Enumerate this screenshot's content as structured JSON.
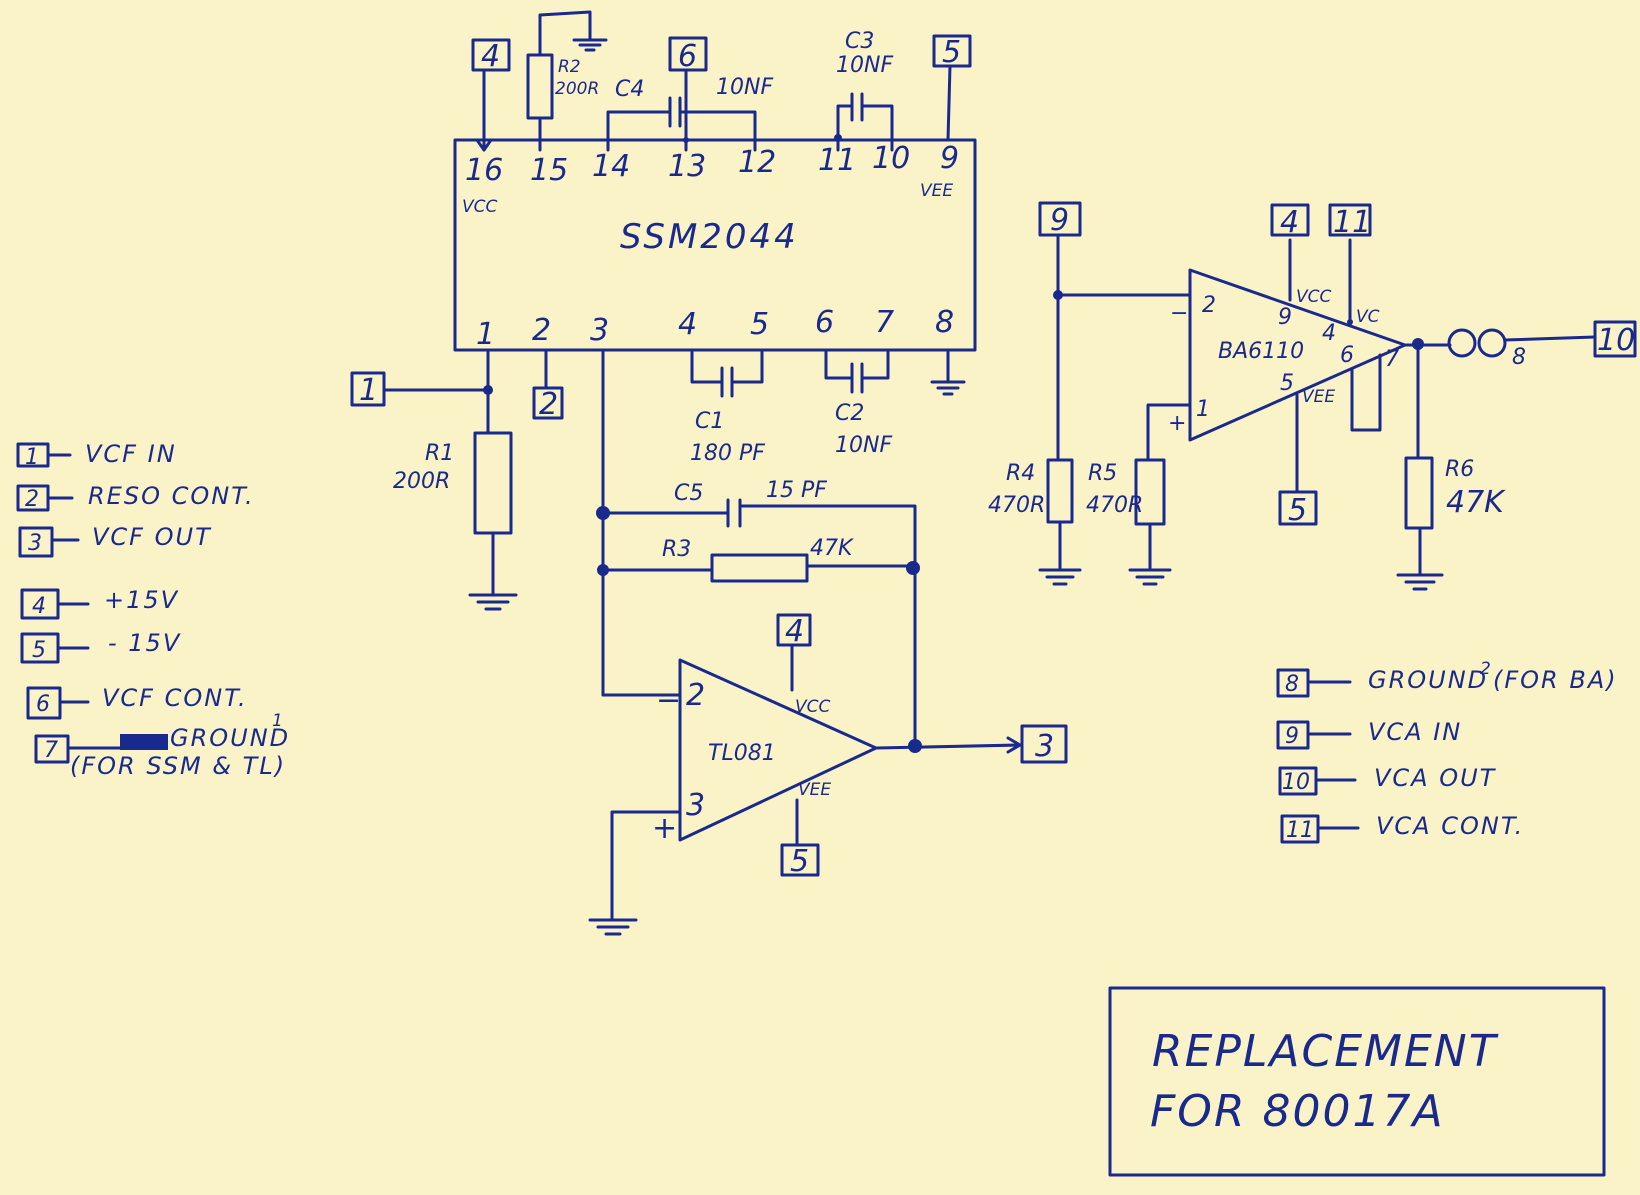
{
  "ssm2044": {
    "name": "SSM2044",
    "vcc_label": "VCC",
    "vee_label": "VEE",
    "top_pins": [
      "16",
      "15",
      "14",
      "13",
      "12",
      "11",
      "10",
      "9"
    ],
    "bottom_pins": [
      "1",
      "2",
      "3",
      "4",
      "5",
      "6",
      "7",
      "8"
    ]
  },
  "tl081": {
    "name": "TL081",
    "pin_inv": "2",
    "pin_noninv": "3",
    "minus": "−",
    "plus": "+",
    "vcc_label": "VCC",
    "vee_label": "VEE"
  },
  "ba6110": {
    "name": "BA6110",
    "pin_inv": "2",
    "pin_noninv": "1",
    "minus": "−",
    "plus": "+",
    "pin_vcc": "9",
    "vcc_label": "VCC",
    "pin_vc": "4",
    "vc_label": "VC",
    "pin_vee": "5",
    "vee_label": "VEE",
    "pin_6": "6",
    "pin_out": "7",
    "bead_pin": "8"
  },
  "components": {
    "r1": {
      "name": "R1",
      "value": "200R"
    },
    "r2": {
      "name": "R2",
      "value": "200R"
    },
    "r3": {
      "name": "R3",
      "value": "47K"
    },
    "r4": {
      "name": "R4",
      "value": "470R"
    },
    "r5": {
      "name": "R5",
      "value": "470R"
    },
    "r6": {
      "name": "R6",
      "value": "47K"
    },
    "c1": {
      "name": "C1",
      "value": "180 PF"
    },
    "c2": {
      "name": "C2",
      "value": "10NF"
    },
    "c3": {
      "name": "C3",
      "value": "10NF"
    },
    "c4": {
      "name": "C4",
      "value": "10NF"
    },
    "c5": {
      "name": "C5",
      "value": "15 PF"
    }
  },
  "terminals": {
    "t1": "1",
    "t2": "2",
    "t3": "3",
    "t4": "4",
    "t5": "5",
    "t6": "6",
    "t9": "9",
    "t10": "10",
    "t11": "11"
  },
  "legend_left": [
    {
      "num": "1",
      "text": "VCF IN"
    },
    {
      "num": "2",
      "text": "RESO CONT."
    },
    {
      "num": "3",
      "text": "VCF OUT"
    },
    {
      "num": "4",
      "text": "+15V"
    },
    {
      "num": "5",
      "text": "- 15V"
    },
    {
      "num": "6",
      "text": "VCF CONT."
    },
    {
      "num": "7",
      "text": "GROUND",
      "superscript": "1",
      "note": "(FOR SSM & TL)"
    }
  ],
  "legend_right": [
    {
      "num": "8",
      "text": "GROUND",
      "superscript": "2",
      "note": "(FOR BA)"
    },
    {
      "num": "9",
      "text": "VCA IN"
    },
    {
      "num": "10",
      "text": "VCA OUT"
    },
    {
      "num": "11",
      "text": "VCA CONT."
    }
  ],
  "title_block": {
    "line1": "REPLACEMENT",
    "line2": "FOR 80017A"
  },
  "colors": {
    "ink": "#1a2a8c",
    "paper": "#fbf3c8"
  }
}
